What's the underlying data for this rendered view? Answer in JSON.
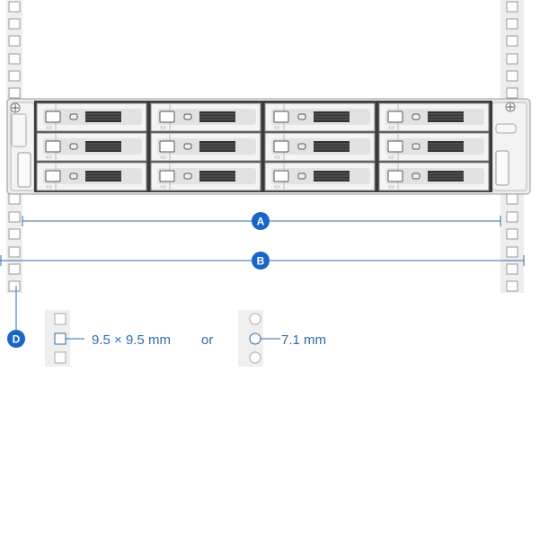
{
  "markers": {
    "a": "A",
    "b": "B",
    "d": "D"
  },
  "legend": {
    "square_hole": "9.5 × 9.5 mm",
    "separator": "or",
    "round_hole": "7.1 mm"
  },
  "drive_bays": {
    "columns": 4,
    "rows": 3
  },
  "colors": {
    "accent": "#1a66c8",
    "line": "#2f6ea8",
    "rail": "#eeeeee",
    "chassis": "#e4e4e4"
  }
}
